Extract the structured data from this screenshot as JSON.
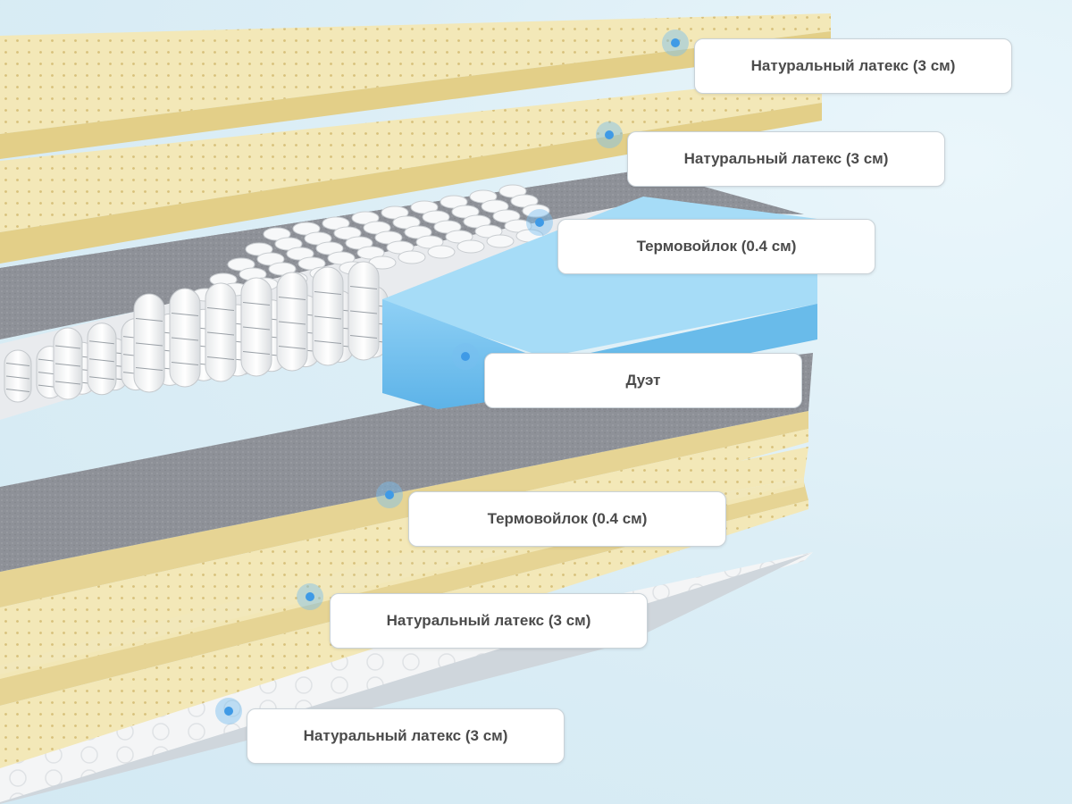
{
  "layers": [
    {
      "id": "latex-top-1",
      "label": "Натуральный латекс (3 см)"
    },
    {
      "id": "latex-top-2",
      "label": "Натуральный латекс (3 см)"
    },
    {
      "id": "felt-top",
      "label": "Термовойлок (0.4 см)"
    },
    {
      "id": "duet",
      "label": "Дуэт"
    },
    {
      "id": "felt-bottom",
      "label": "Термовойлок (0.4 см)"
    },
    {
      "id": "latex-bottom-1",
      "label": "Натуральный латекс (3 см)"
    },
    {
      "id": "latex-bottom-2",
      "label": "Натуральный латекс (3 см)"
    }
  ],
  "colors": {
    "latex": "#f2e6b4",
    "latex_edge": "#e3cf8a",
    "felt": "#8d9097",
    "foam": "#79c3ee",
    "cover": "#f1f3f5",
    "dot": "#3f9ae6"
  }
}
